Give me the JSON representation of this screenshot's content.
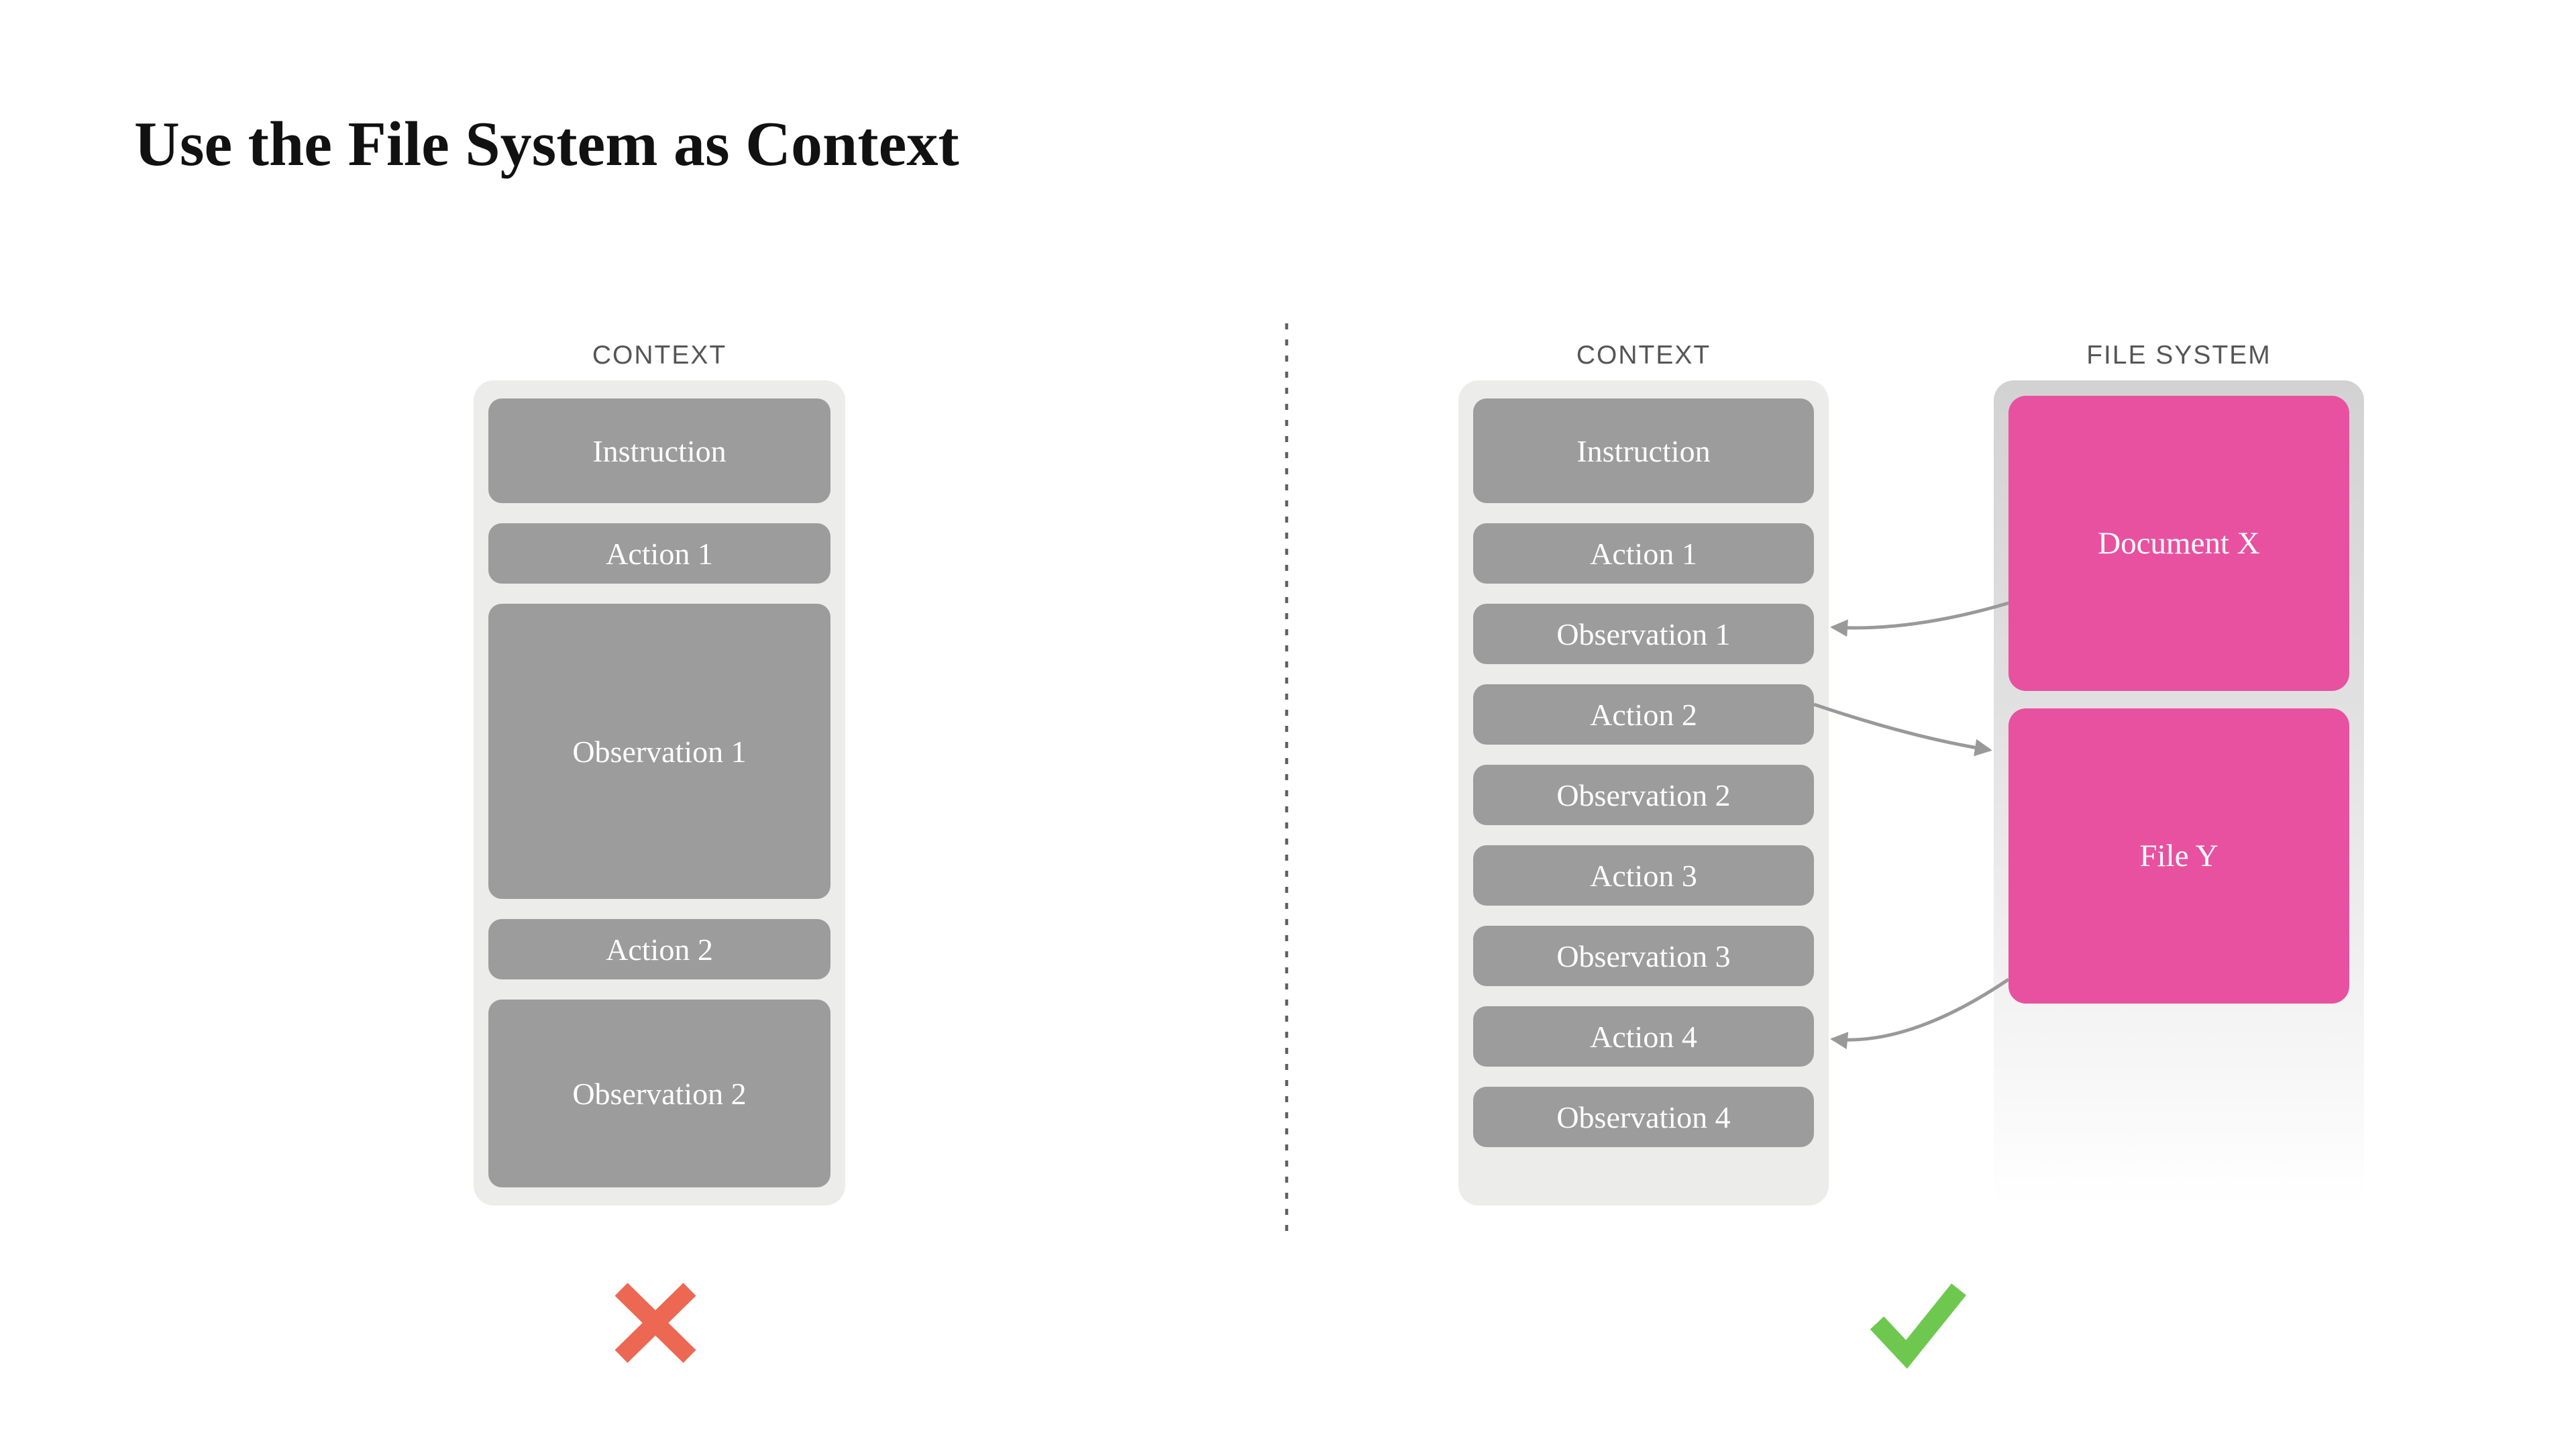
{
  "title": "Use the File System as Context",
  "colors": {
    "accent_pink": "#e851a0",
    "box_gray": "#9c9c9c",
    "panel_gray": "#ececeb",
    "file_system_panel_top_gray": "#d2d2d2",
    "arrow_gray": "#999999",
    "cross_red": "#ec6853",
    "check_green": "#6ec850",
    "column_label_gray": "#555555",
    "title_black": "#111111",
    "divider_gray": "#606060"
  },
  "left_panel": {
    "label": "CONTEXT",
    "boxes": [
      "Instruction",
      "Action 1",
      "Observation 1",
      "Action 2",
      "Observation 2"
    ],
    "verdict_icon": "cross-icon"
  },
  "right_panel": {
    "context": {
      "label": "CONTEXT",
      "boxes": [
        "Instruction",
        "Action 1",
        "Observation 1",
        "Action 2",
        "Observation 2",
        "Action 3",
        "Observation 3",
        "Action 4",
        "Observation 4"
      ]
    },
    "file_system": {
      "label": "FILE SYSTEM",
      "files": [
        "Document X",
        "File Y"
      ]
    },
    "verdict_icon": "check-icon"
  },
  "icons": {
    "cross": "cross-icon",
    "check": "check-icon",
    "divider": "dashed-vertical-divider",
    "arrows": [
      "arrow-documentx-to-observation1",
      "arrow-action2-to-filey",
      "arrow-filey-to-action4"
    ]
  }
}
